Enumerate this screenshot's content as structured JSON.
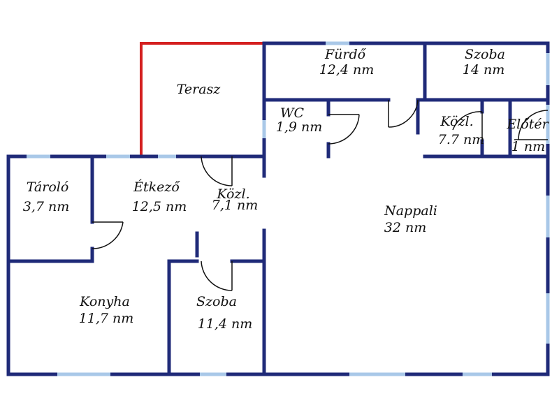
{
  "colors": {
    "wall": "#1f2a78",
    "window": "#a9c8e8",
    "terrace_outline": "#d42020",
    "door": "#111111",
    "background": "#ffffff"
  },
  "rooms": {
    "furdo": {
      "name": "Fürdő",
      "area": "12,4 nm"
    },
    "szoba_top": {
      "name": "Szoba",
      "area": "14 nm"
    },
    "terasz": {
      "name": "Terasz"
    },
    "wc": {
      "name": "WC",
      "area": "1,9 nm"
    },
    "kozl_top": {
      "name": "Közl.",
      "area": "7.7 nm"
    },
    "eloter": {
      "name": "Előtér",
      "area": "1 nm"
    },
    "tarolo": {
      "name": "Tároló",
      "area": "3,7 nm"
    },
    "etkezo": {
      "name": "Étkező",
      "area": "12,5 nm"
    },
    "kozl_mid": {
      "name": "Közl.",
      "area": "7,1 nm"
    },
    "nappali": {
      "name": "Nappali",
      "area": "32 nm"
    },
    "konyha": {
      "name": "Konyha",
      "area": "11,7 nm"
    },
    "szoba_bottom": {
      "name": "Szoba",
      "area": "11,4 nm"
    }
  }
}
